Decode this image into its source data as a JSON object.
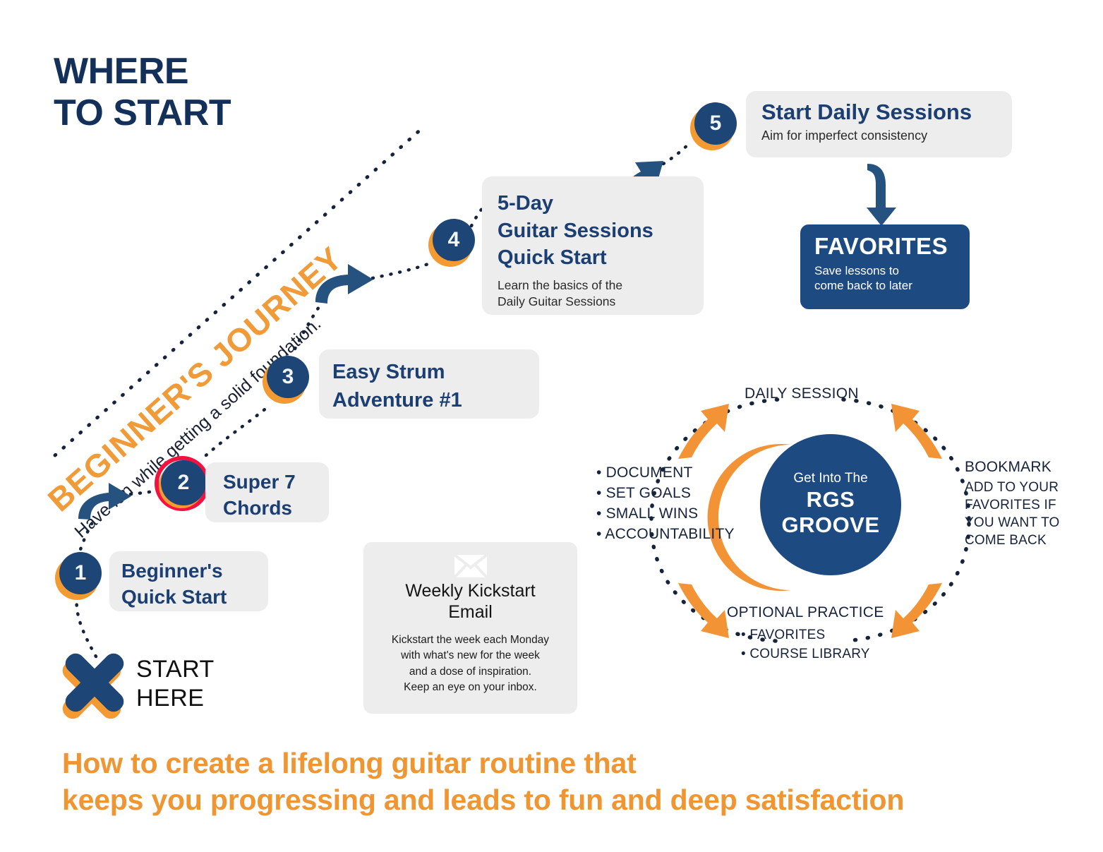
{
  "page": {
    "title_line1": "WHERE",
    "title_line2": "TO START",
    "tagline_line1": "How to create a lifelong guitar routine that",
    "tagline_line2": "keeps you progressing and leads to fun and deep satisfaction"
  },
  "colors": {
    "navy": "#1d4a80",
    "navy_dark": "#13305a",
    "orange": "#f09a38",
    "red_ring": "#f4103f",
    "card_gray": "#ededed",
    "background": "#ffffff"
  },
  "journey": {
    "headline": "BEGINNER'S JOURNEY",
    "subtitle": "Have fun while getting a solid foundation."
  },
  "start": {
    "marker_icon": "x-mark-icon",
    "label_line1": "START",
    "label_line2": "HERE"
  },
  "steps": [
    {
      "number": "1",
      "title_line1": "Beginner's",
      "title_line2": "Quick Start",
      "highlighted": false
    },
    {
      "number": "2",
      "title_line1": "Super 7",
      "title_line2": "Chords",
      "highlighted": true
    },
    {
      "number": "3",
      "title_line1": "Easy Strum",
      "title_line2": "Adventure #1",
      "highlighted": false
    },
    {
      "number": "4",
      "title_line1": "5-Day",
      "title_line2": "Guitar Sessions",
      "title_line3": "Quick Start",
      "sub_line1": "Learn the basics of the",
      "sub_line2": "Daily Guitar Sessions",
      "highlighted": false
    },
    {
      "number": "5",
      "title_line1": "Start Daily Sessions",
      "sub_line1": "Aim for imperfect consistency",
      "highlighted": false
    }
  ],
  "favorites": {
    "title": "FAVORITES",
    "sub_line1": "Save lessons to",
    "sub_line2": "come back to later"
  },
  "email_card": {
    "icon": "envelope-icon",
    "title_line1": "Weekly Kickstart",
    "title_line2": "Email",
    "body_line1": "Kickstart the week each Monday",
    "body_line2": "with what's new for the week",
    "body_line3": "and a dose of inspiration.",
    "body_line4": "Keep an eye on your inbox."
  },
  "groove": {
    "core_small": "Get Into The",
    "core_big_line1": "RGS",
    "core_big_line2": "GROOVE",
    "top_label": "DAILY SESSION",
    "bottom_label": "OPTIONAL PRACTICE",
    "left_items": [
      "• DOCUMENT",
      "• SET GOALS",
      "• SMALL WINS",
      "• ACCOUNTABILITY"
    ],
    "bottom_items": [
      "• FAVORITES",
      "• COURSE LIBRARY"
    ],
    "right_title": "BOOKMARK",
    "right_lines": [
      "ADD TO YOUR",
      "FAVORITES IF",
      "YOU WANT TO",
      "COME BACK"
    ]
  }
}
